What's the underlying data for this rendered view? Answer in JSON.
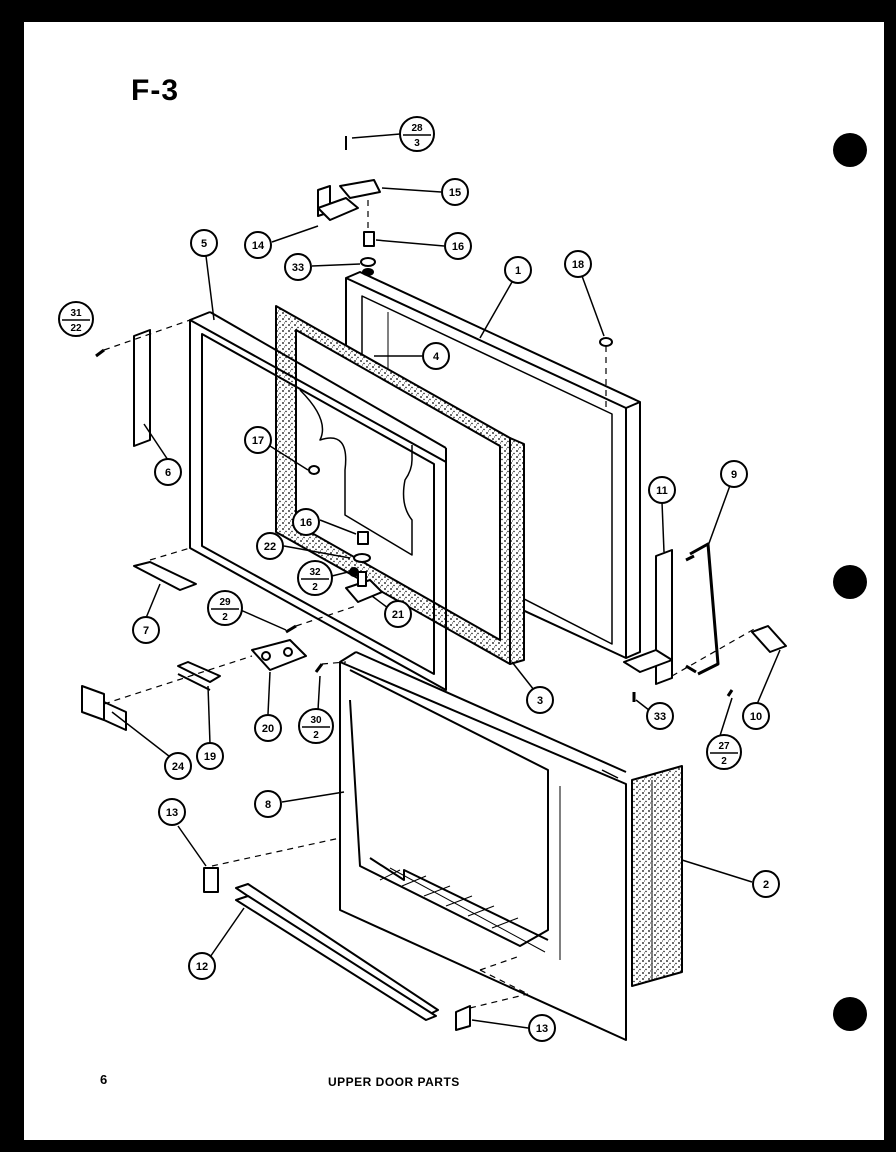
{
  "figure_id": "F-3",
  "caption": "UPPER DOOR PARTS",
  "page_number": "6",
  "callouts": [
    {
      "id": "c-28-3",
      "num": "28",
      "den": "3"
    },
    {
      "id": "c-15",
      "num": "15"
    },
    {
      "id": "c-14",
      "num": "14"
    },
    {
      "id": "c-16-top",
      "num": "16"
    },
    {
      "id": "c-33-top",
      "num": "33"
    },
    {
      "id": "c-1",
      "num": "1"
    },
    {
      "id": "c-18",
      "num": "18"
    },
    {
      "id": "c-5",
      "num": "5"
    },
    {
      "id": "c-31-22",
      "num": "31",
      "den": "22"
    },
    {
      "id": "c-4",
      "num": "4"
    },
    {
      "id": "c-6",
      "num": "6"
    },
    {
      "id": "c-17",
      "num": "17"
    },
    {
      "id": "c-16-mid",
      "num": "16"
    },
    {
      "id": "c-22",
      "num": "22"
    },
    {
      "id": "c-32-2",
      "num": "32",
      "den": "2"
    },
    {
      "id": "c-21",
      "num": "21"
    },
    {
      "id": "c-29-2",
      "num": "29",
      "den": "2"
    },
    {
      "id": "c-7",
      "num": "7"
    },
    {
      "id": "c-11",
      "num": "11"
    },
    {
      "id": "c-9",
      "num": "9"
    },
    {
      "id": "c-3",
      "num": "3"
    },
    {
      "id": "c-33-right",
      "num": "33"
    },
    {
      "id": "c-10",
      "num": "10"
    },
    {
      "id": "c-27-2",
      "num": "27",
      "den": "2"
    },
    {
      "id": "c-24",
      "num": "24"
    },
    {
      "id": "c-19",
      "num": "19"
    },
    {
      "id": "c-20",
      "num": "20"
    },
    {
      "id": "c-30-2",
      "num": "30",
      "den": "2"
    },
    {
      "id": "c-8",
      "num": "8"
    },
    {
      "id": "c-2",
      "num": "2"
    },
    {
      "id": "c-13-left",
      "num": "13"
    },
    {
      "id": "c-12",
      "num": "12"
    },
    {
      "id": "c-13-bottom",
      "num": "13"
    }
  ]
}
